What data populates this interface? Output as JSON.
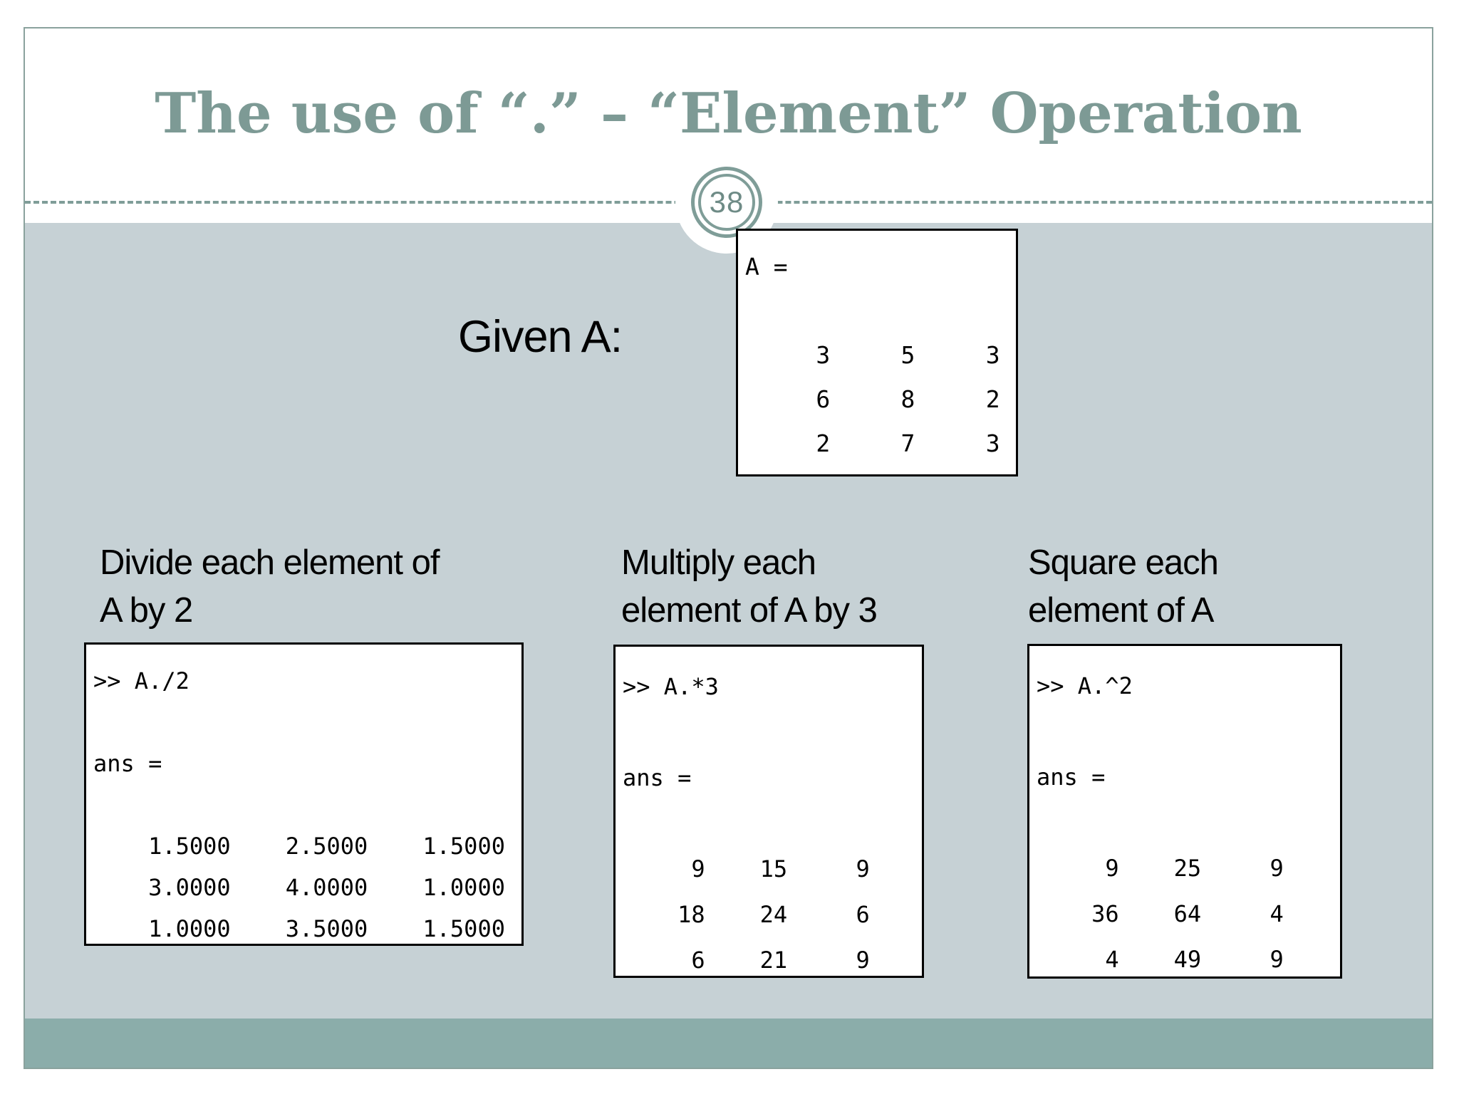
{
  "slide": {
    "title": "The use of “.” – “Element” Operation",
    "page_number": "38",
    "given_label": "Given A:",
    "colors": {
      "accent": "#7d9a95",
      "band": "#c6d1d5",
      "footer": "#8badaa",
      "terminal_border": "#000000"
    }
  },
  "matrix_a": {
    "name": "A",
    "values": [
      [
        3,
        5,
        3
      ],
      [
        6,
        8,
        2
      ],
      [
        2,
        7,
        3
      ]
    ],
    "terminal_text": "A =\n\n     3     5     3\n     6     8     2\n     2     7     3"
  },
  "columns": [
    {
      "label": "Divide each element of\nA by 2",
      "command": ">> A./2",
      "values": [
        [
          1.5,
          2.5,
          1.5
        ],
        [
          3.0,
          4.0,
          1.0
        ],
        [
          1.0,
          3.5,
          1.5
        ]
      ],
      "terminal_text": ">> A./2\n\nans =\n\n    1.5000    2.5000    1.5000\n    3.0000    4.0000    1.0000\n    1.0000    3.5000    1.5000"
    },
    {
      "label": "Multiply each\nelement of A by 3",
      "command": ">> A.*3",
      "values": [
        [
          9,
          15,
          9
        ],
        [
          18,
          24,
          6
        ],
        [
          6,
          21,
          9
        ]
      ],
      "terminal_text": ">> A.*3\n\nans =\n\n     9    15     9\n    18    24     6\n     6    21     9"
    },
    {
      "label": "Square each\nelement of A",
      "command": ">> A.^2",
      "values": [
        [
          9,
          25,
          9
        ],
        [
          36,
          64,
          4
        ],
        [
          4,
          49,
          9
        ]
      ],
      "terminal_text": ">> A.^2\n\nans =\n\n     9    25     9\n    36    64     4\n     4    49     9"
    }
  ]
}
